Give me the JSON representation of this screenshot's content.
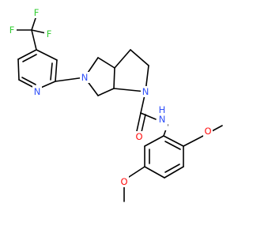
{
  "colors": {
    "background": "#ffffff",
    "bond": "#000000",
    "fluorine": "#33cc33",
    "nitrogen": "#3050f8",
    "oxygen": "#ff0d0d",
    "carbon_label": "#000000"
  },
  "atom_labels": {
    "f_top": "F",
    "f_left": "F",
    "f_right": "F",
    "n_pyridine": "N",
    "n_pyrrolidine": "N",
    "n_pyrrolidine_urea": "N",
    "nh": "N",
    "nh_h": "H",
    "o_carbonyl": "O",
    "o_methoxy_right": "O",
    "o_methoxy_left": "O"
  }
}
